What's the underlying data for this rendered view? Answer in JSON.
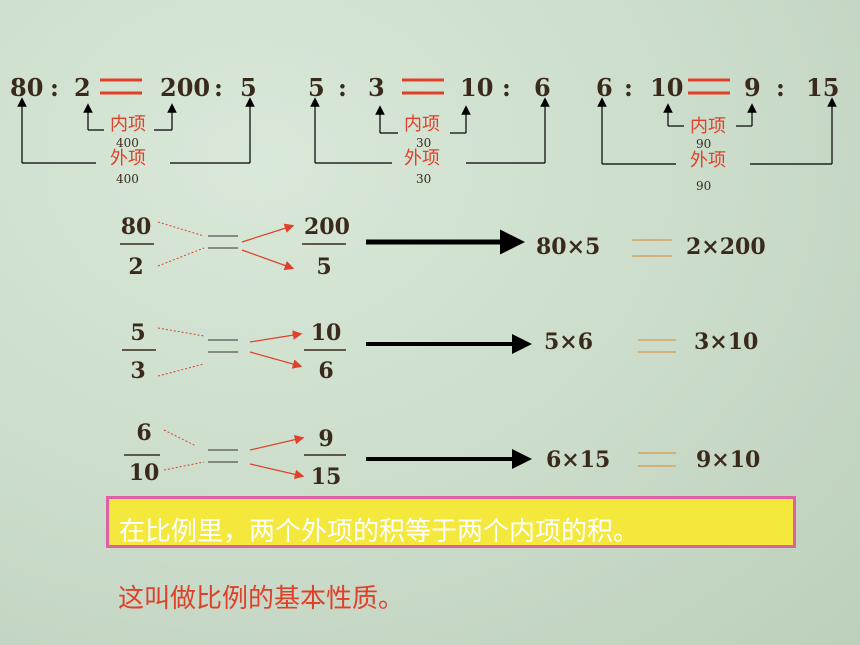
{
  "proportions": [
    {
      "a": "80",
      "b": "2",
      "c": "200",
      "d": "5",
      "colon": ":",
      "inner_label": "内项",
      "inner_value": "400",
      "outer_label": "外项",
      "outer_value": "400"
    },
    {
      "a": "5",
      "b": "3",
      "c": "10",
      "d": "6",
      "colon": ":",
      "inner_label": "内项",
      "inner_value": "30",
      "outer_label": "外项",
      "outer_value": "30"
    },
    {
      "a": "6",
      "b": "10",
      "c": "9",
      "d": "15",
      "colon": ":",
      "inner_label": "内项",
      "inner_value": "90",
      "outer_label": "外项",
      "outer_value": "90"
    }
  ],
  "fractions": [
    {
      "left_num": "80",
      "left_den": "2",
      "right_num": "200",
      "right_den": "5",
      "product_left": "80×5",
      "product_right": "2×200"
    },
    {
      "left_num": "5",
      "left_den": "3",
      "right_num": "10",
      "right_den": "6",
      "product_left": "5×6",
      "product_right": "3×10"
    },
    {
      "left_num": "6",
      "left_den": "10",
      "right_num": "9",
      "right_den": "15",
      "product_left": "6×15",
      "product_right": "9×10"
    }
  ],
  "rule": "在比例里，两个外项的积等于两个内项的积。",
  "footer": "这叫做比例的基本性质。",
  "colors": {
    "equals_red": "#e0402a",
    "label_red": "#e0402a",
    "text_dark": "#3a2a1c",
    "rule_bg": "#f4e83c",
    "rule_border": "#e060a8"
  }
}
